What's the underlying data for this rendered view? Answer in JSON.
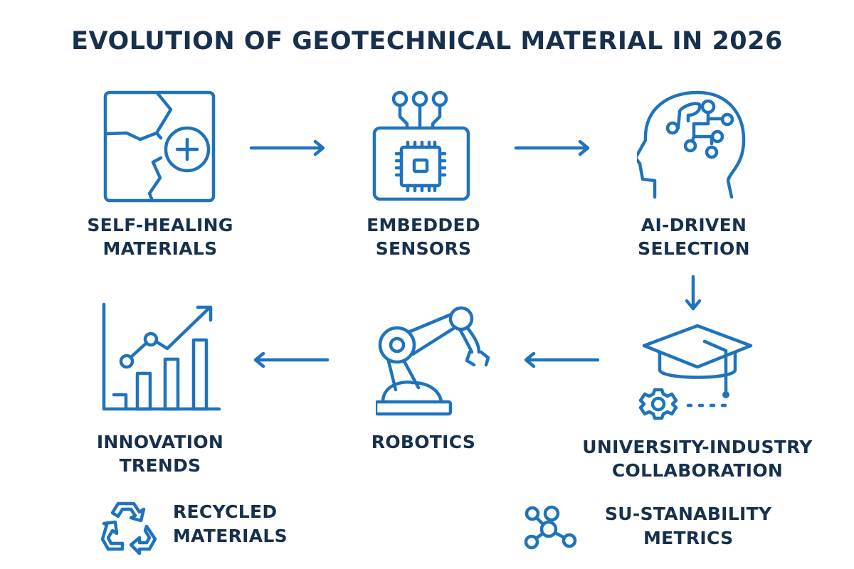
{
  "title": "EVOLUTION OF GEOTECHNICAL MATERIAL IN 2026",
  "colors": {
    "accent": "#1f73bd",
    "text": "#16304d",
    "background": "#ffffff"
  },
  "nodes": [
    {
      "id": "self-healing",
      "icon": "self-healing-icon",
      "label_lines": [
        "SELF-HEALING",
        "MATERIALS"
      ]
    },
    {
      "id": "embedded-sensors",
      "icon": "chip-sensor-icon",
      "label_lines": [
        "EMBEDDED",
        "SENSORS"
      ]
    },
    {
      "id": "ai-driven",
      "icon": "ai-head-icon",
      "label_lines": [
        "AI-DRIVEN",
        "SELECTION"
      ]
    },
    {
      "id": "university-industry",
      "icon": "graduation-gear-icon",
      "label_lines": [
        "UNIVERSITY-INDUSTRY",
        "COLLABORATION"
      ]
    },
    {
      "id": "robotics",
      "icon": "robot-arm-icon",
      "label_lines": [
        "ROBOTICS"
      ]
    },
    {
      "id": "innovation-trends",
      "icon": "growth-chart-icon",
      "label_lines": [
        "INNOVATION",
        "TRENDS"
      ]
    }
  ],
  "flow": [
    {
      "from": "self-healing",
      "to": "embedded-sensors",
      "direction": "right"
    },
    {
      "from": "embedded-sensors",
      "to": "ai-driven",
      "direction": "right"
    },
    {
      "from": "ai-driven",
      "to": "university-industry",
      "direction": "down"
    },
    {
      "from": "university-industry",
      "to": "robotics",
      "direction": "left"
    },
    {
      "from": "robotics",
      "to": "innovation-trends",
      "direction": "left"
    }
  ],
  "legend": [
    {
      "icon": "recycle-icon",
      "label_lines": [
        "RECYCLED",
        "MATERIALS"
      ]
    },
    {
      "icon": "network-nodes-icon",
      "label_lines": [
        "SU-STANABILITY",
        "METRICS"
      ]
    }
  ]
}
